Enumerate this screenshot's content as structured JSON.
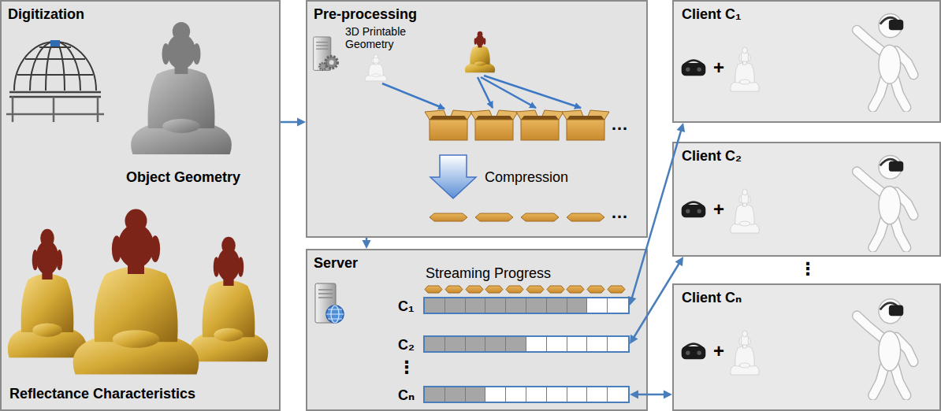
{
  "diagram": {
    "nodes": [
      {
        "text": [
          "Digitization",
          "Object Geometry",
          "Reflectance Characteristics"
        ]
      },
      {
        "text": [
          "Pre-processing",
          "3D Printable Geometry",
          "…",
          "Compression",
          "…"
        ]
      },
      {
        "text": [
          "Server",
          "Streaming Progress"
        ]
      },
      {
        "text": [
          "C₁"
        ],
        "in": 2
      },
      {
        "text": [
          "C₂"
        ],
        "in": 2
      },
      {
        "text": [
          "Cₙ"
        ],
        "in": 2
      },
      {
        "text": [
          "Client C₁",
          "+"
        ]
      },
      {
        "text": [
          "Client C₂",
          "+"
        ]
      },
      {
        "text": [
          "Client Cₙ",
          "+"
        ]
      }
    ],
    "edges": [
      {
        "from": 0,
        "to": 1,
        "arrow": "to"
      },
      {
        "from": 1,
        "to": 2,
        "arrow": "to"
      },
      {
        "from": 3,
        "to": 6,
        "arrow": "both"
      },
      {
        "from": 4,
        "to": 7,
        "arrow": "both"
      },
      {
        "from": 5,
        "to": 8,
        "arrow": "both"
      }
    ],
    "labels": [
      "⋮",
      "⋮"
    ]
  }
}
